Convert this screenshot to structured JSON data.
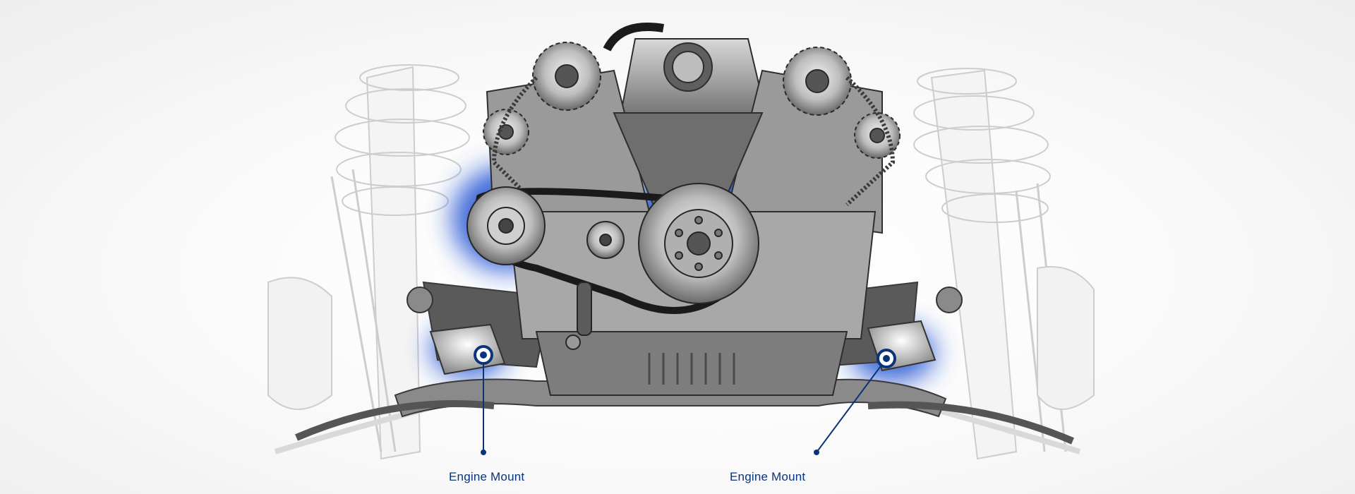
{
  "illustration": {
    "subject": "engine-with-front-suspension",
    "highlight_color": "#1e4fd2",
    "callout_color": "#0a3479"
  },
  "callouts": [
    {
      "label": "Engine Mount"
    },
    {
      "label": "Engine Mount"
    }
  ]
}
